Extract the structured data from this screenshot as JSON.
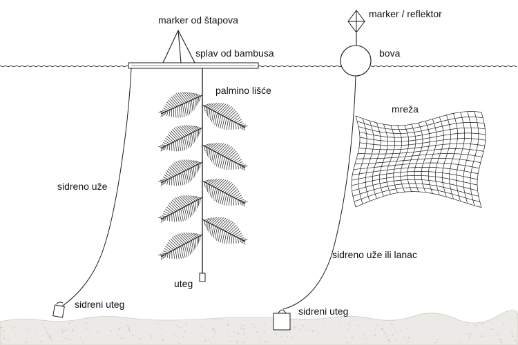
{
  "labels": {
    "marker_stapova": "marker od štapova",
    "marker_reflektor": "marker / reflektor",
    "splav": "splav od bambusa",
    "bova": "bova",
    "palmino_lisce": "palmino lišće",
    "mreza": "mreža",
    "sidreno_uze": "sidreno uže",
    "sidreno_uze_lanac": "sidreno uže ili lanac",
    "uteg": "uteg",
    "sidreni_uteg_left": "sidreni uteg",
    "sidreni_uteg_right": "sidreni uteg"
  },
  "colors": {
    "line": "#1a1a1a",
    "seabed": "#eceae6",
    "background": "#ffffff"
  }
}
